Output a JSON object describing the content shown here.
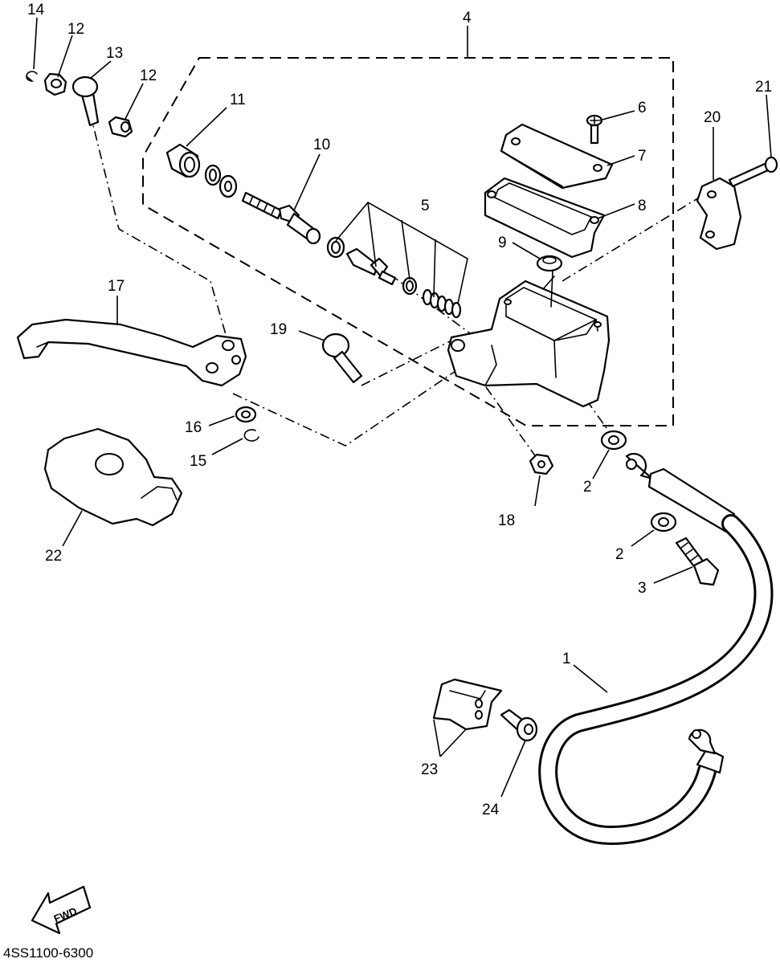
{
  "callouts": {
    "c1": "1",
    "c2a": "2",
    "c2b": "2",
    "c3": "3",
    "c4": "4",
    "c5": "5",
    "c6": "6",
    "c7": "7",
    "c8": "8",
    "c9": "9",
    "c10": "10",
    "c11": "11",
    "c12a": "12",
    "c12b": "12",
    "c13": "13",
    "c14": "14",
    "c15": "15",
    "c16": "16",
    "c17": "17",
    "c18": "18",
    "c19": "19",
    "c20": "20",
    "c21": "21",
    "c22": "22",
    "c23": "23",
    "c24": "24"
  },
  "fwd_label": "FWD",
  "drawing_code": "4SS1100-6300"
}
